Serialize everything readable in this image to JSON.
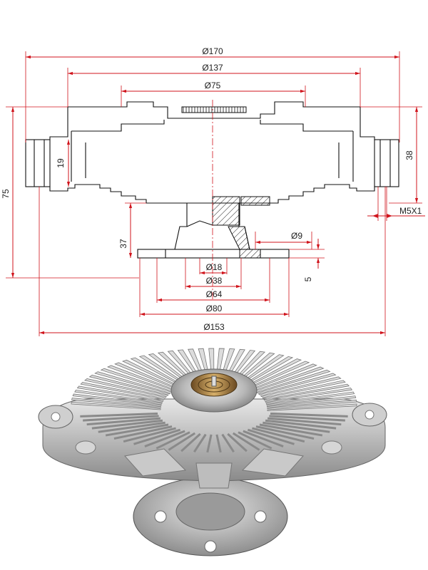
{
  "drawing": {
    "dimensions": {
      "d170": "Ø170",
      "d137": "Ø137",
      "d75": "Ø75",
      "d9": "Ø9",
      "d18": "Ø18",
      "d38": "Ø38",
      "d64": "Ø64",
      "d80": "Ø80",
      "d153": "Ø153",
      "h75": "75",
      "h38": "38",
      "h37": "37",
      "h19": "19",
      "h5": "5",
      "thread": "M5X1"
    }
  },
  "colors": {
    "dimension_line": "#d0141c",
    "outline": "#111111",
    "hatch": "#111111"
  }
}
